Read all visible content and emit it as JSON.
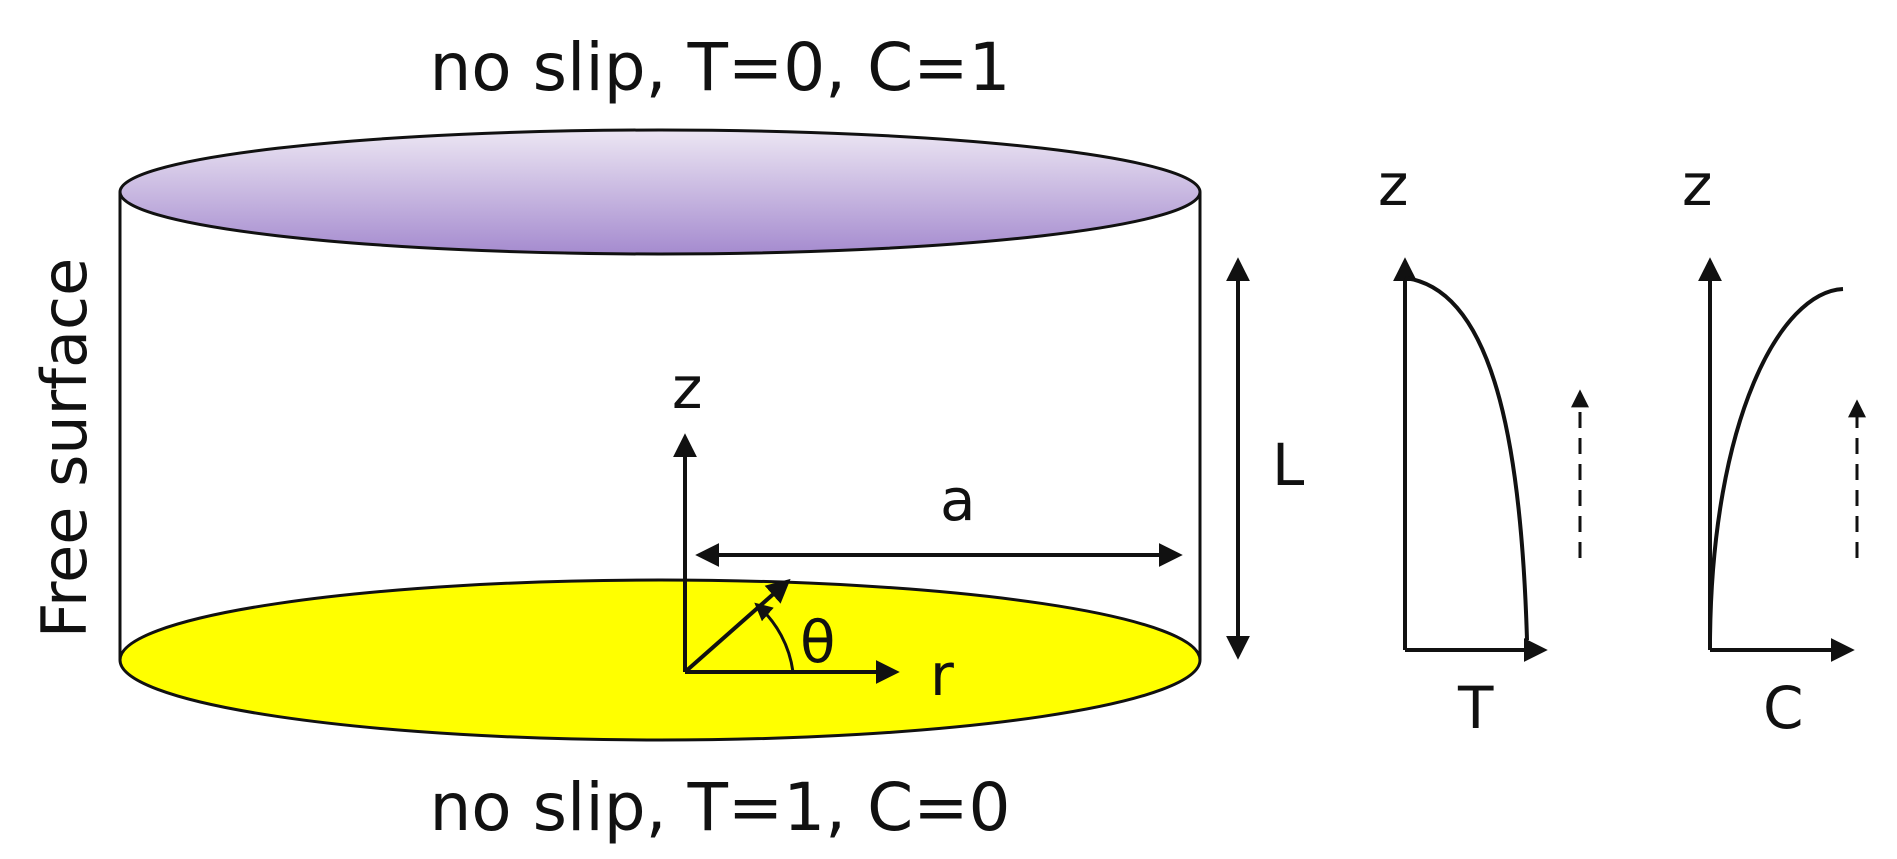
{
  "boundaries": {
    "top": "no slip, T=0, C=1",
    "bottom": "no slip, T=1, C=0",
    "side": "Free surface"
  },
  "dimensions": {
    "height": "L",
    "radius": "a"
  },
  "axes": {
    "z": "z",
    "r": "r",
    "theta": "θ"
  },
  "profiles": [
    {
      "vertical": "z",
      "horizontal": "T"
    },
    {
      "vertical": "z",
      "horizontal": "C"
    }
  ],
  "colors": {
    "top_disk": "#b49bd4",
    "bottom_disk": "#ffff00",
    "outline": "#111111"
  }
}
